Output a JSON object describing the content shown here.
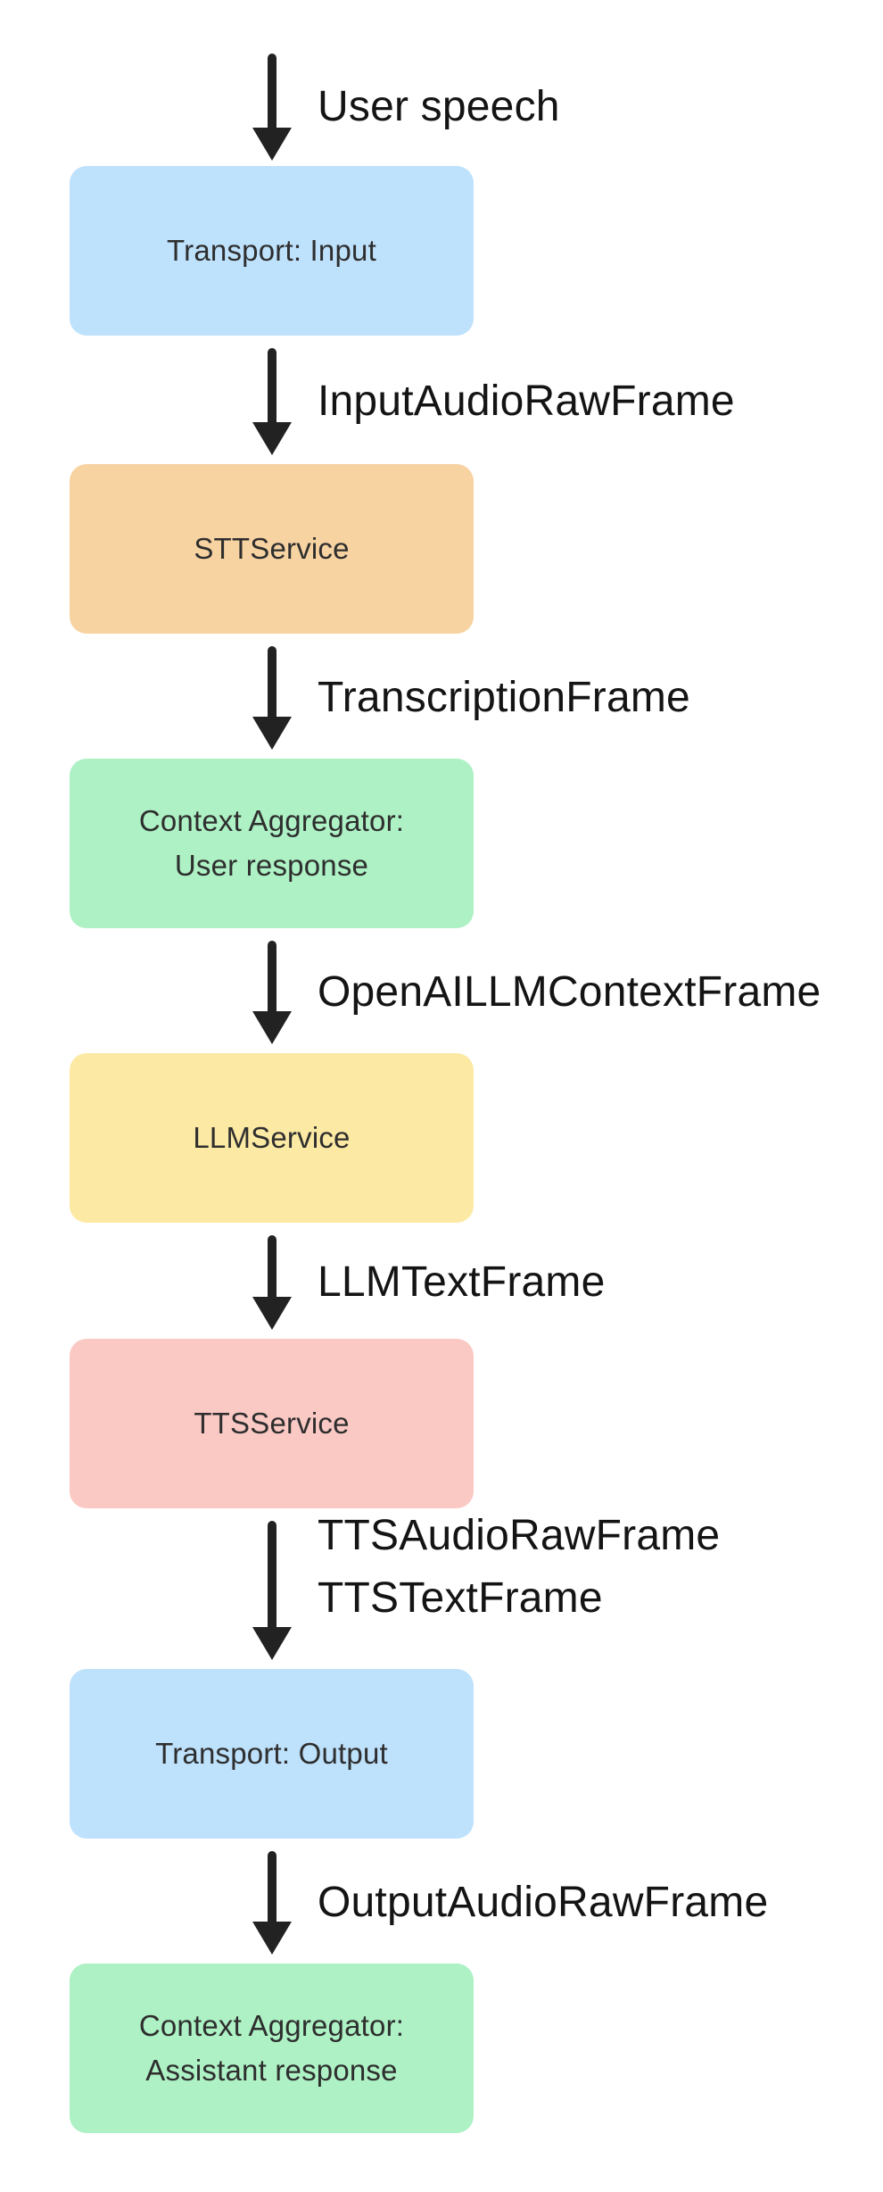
{
  "diagram": {
    "description": "Vertical voice-pipeline flowchart",
    "nodes": [
      {
        "id": "transport-input",
        "label": "Transport: Input",
        "color": "#bee1fc"
      },
      {
        "id": "stt-service",
        "label": "STTService",
        "color": "#f8d3a2"
      },
      {
        "id": "context-aggregator-user",
        "label": "Context Aggregator:",
        "label2": "User response",
        "color": "#adf1c4"
      },
      {
        "id": "llm-service",
        "label": "LLMService",
        "color": "#fce9a4"
      },
      {
        "id": "tts-service",
        "label": "TTSService",
        "color": "#fbc9c4"
      },
      {
        "id": "transport-output",
        "label": "Transport: Output",
        "color": "#bee1fc"
      },
      {
        "id": "context-aggregator-assistant",
        "label": "Context Aggregator:",
        "label2": "Assistant response",
        "color": "#adf1c4"
      }
    ],
    "edges": [
      {
        "label": "User speech"
      },
      {
        "label": "InputAudioRawFrame"
      },
      {
        "label": "TranscriptionFrame"
      },
      {
        "label": "OpenAILLMContextFrame"
      },
      {
        "label": "LLMTextFrame"
      },
      {
        "label": "TTSAudioRawFrame",
        "label2": "TTSTextFrame"
      },
      {
        "label": "OutputAudioRawFrame"
      }
    ],
    "colors": {
      "background": "#ffffff",
      "arrow": "#222222",
      "node_text": "#2e2e2e",
      "edge_text": "#141414"
    }
  }
}
